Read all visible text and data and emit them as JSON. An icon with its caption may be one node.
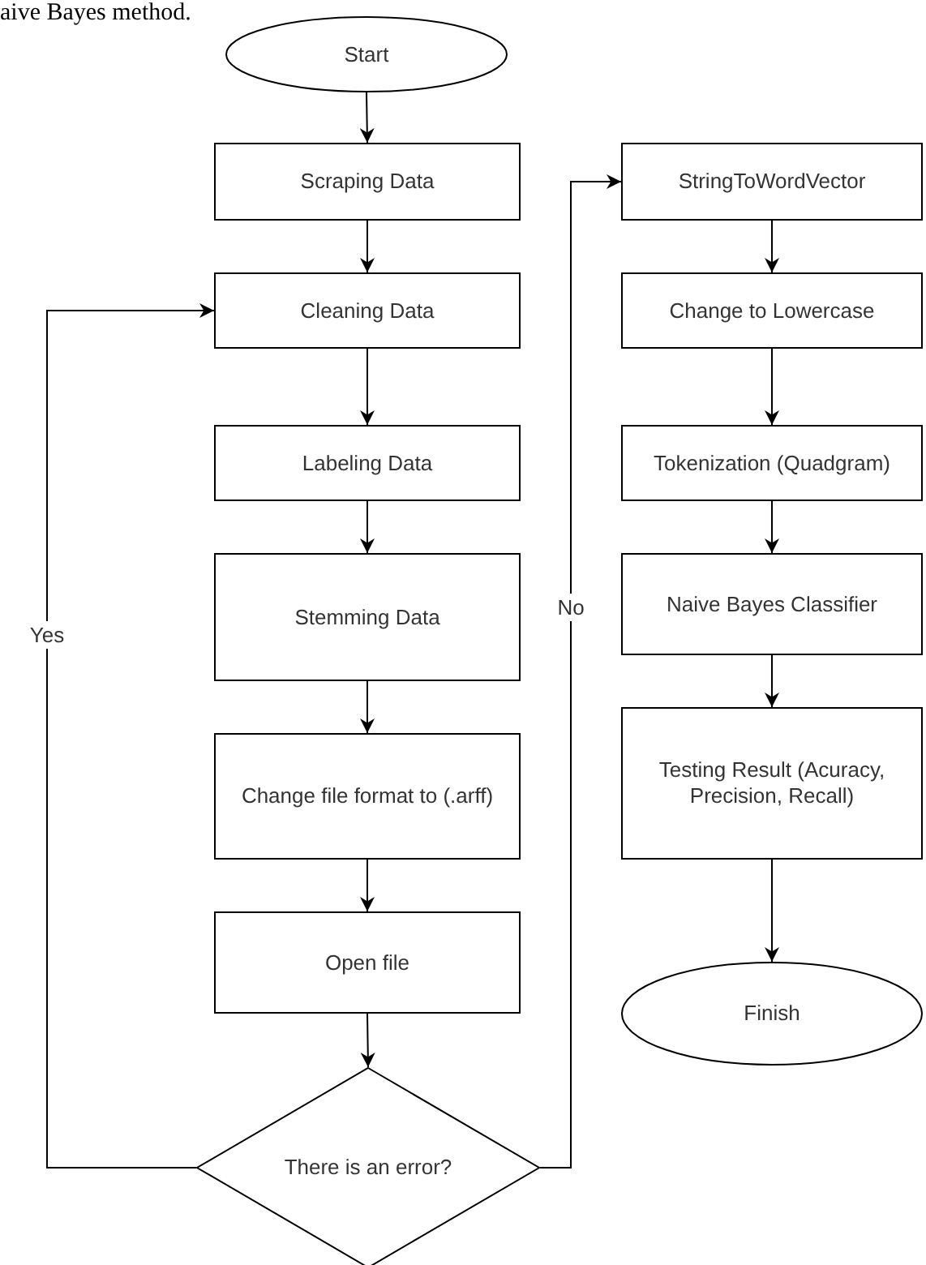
{
  "diagram": {
    "nodes": [
      {
        "text": [
          "Start"
        ]
      },
      {
        "text": [
          "Scraping Data"
        ]
      },
      {
        "text": [
          "Cleaning Data"
        ]
      },
      {
        "text": [
          "Labeling Data"
        ]
      },
      {
        "text": [
          "Stemming Data"
        ]
      },
      {
        "text": [
          "Change file format to (.arff)"
        ]
      },
      {
        "text": [
          "Open file"
        ]
      },
      {
        "text": [
          "There is an error?"
        ]
      },
      {
        "text": [
          "StringToWordVector"
        ]
      },
      {
        "text": [
          "Change to Lowercase"
        ]
      },
      {
        "text": [
          "Tokenization (Quadgram)"
        ]
      },
      {
        "text": [
          "Naive Bayes Classifier"
        ]
      },
      {
        "text": [
          "Testing Result (Acuracy, Precision, Recall)"
        ]
      },
      {
        "text": [
          "Finish"
        ]
      }
    ],
    "edges": [
      {
        "from": 0,
        "to": 1,
        "arrow": "to"
      },
      {
        "from": 1,
        "to": 2,
        "arrow": "to"
      },
      {
        "from": 2,
        "to": 3,
        "arrow": "to"
      },
      {
        "from": 3,
        "to": 4,
        "arrow": "to"
      },
      {
        "from": 4,
        "to": 5,
        "arrow": "to"
      },
      {
        "from": 5,
        "to": 6,
        "arrow": "to"
      },
      {
        "from": 6,
        "to": 7,
        "arrow": "to"
      },
      {
        "from": 7,
        "to": 2,
        "arrow": "to",
        "label": "Yes"
      },
      {
        "from": 7,
        "to": 8,
        "arrow": "to",
        "label": "No"
      },
      {
        "from": 8,
        "to": 9,
        "arrow": "to"
      },
      {
        "from": 9,
        "to": 10,
        "arrow": "to"
      },
      {
        "from": 10,
        "to": 11,
        "arrow": "to"
      },
      {
        "from": 11,
        "to": 12,
        "arrow": "to"
      },
      {
        "from": 12,
        "to": 13,
        "arrow": "to"
      }
    ],
    "labels": [
      "aive Bayes method."
    ]
  }
}
